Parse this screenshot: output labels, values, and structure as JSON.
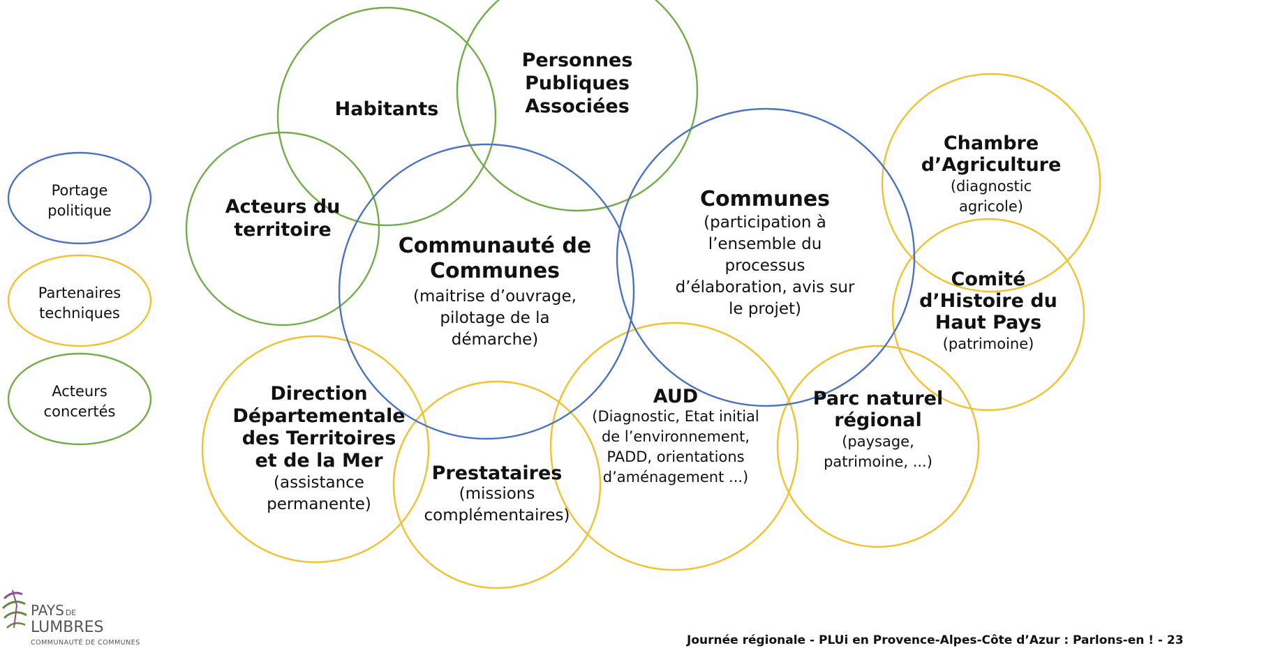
{
  "colors": {
    "blue": "#4a72c4",
    "yellow": "#f2c12e",
    "green": "#71ad47",
    "logo_purple": "#8a4f8e",
    "logo_green": "#5f8a3a",
    "text": "#111111"
  },
  "legend": [
    {
      "label_lines": [
        "Portage",
        "politique"
      ],
      "color": "blue"
    },
    {
      "label_lines": [
        "Partenaires",
        "techniques"
      ],
      "color": "yellow"
    },
    {
      "label_lines": [
        "Acteurs",
        "concertés"
      ],
      "color": "green"
    }
  ],
  "bubbles": [
    {
      "id": "habitants",
      "color": "green",
      "title_lines": [
        "Habitants"
      ],
      "desc_lines": []
    },
    {
      "id": "personnes-publiques-associees",
      "color": "green",
      "title_lines": [
        "Personnes",
        "Publiques",
        "Associées"
      ],
      "desc_lines": []
    },
    {
      "id": "acteurs-du-territoire",
      "color": "green",
      "title_lines": [
        "Acteurs du",
        "territoire"
      ],
      "desc_lines": []
    },
    {
      "id": "communaute-de-communes",
      "color": "blue",
      "title_lines": [
        "Communauté de",
        "Communes"
      ],
      "desc_lines": [
        "(maitrise d’ouvrage,",
        "pilotage de la",
        "démarche)"
      ]
    },
    {
      "id": "communes",
      "color": "blue",
      "title_lines": [
        "Communes"
      ],
      "desc_lines": [
        "(participation à",
        "l’ensemble du",
        "processus",
        "d’élaboration, avis sur",
        "le projet)"
      ]
    },
    {
      "id": "chambre-d-agriculture",
      "color": "yellow",
      "title_lines": [
        "Chambre",
        "d’Agriculture"
      ],
      "desc_lines": [
        "(diagnostic",
        "agricole)"
      ]
    },
    {
      "id": "comite-d-histoire",
      "color": "yellow",
      "title_lines": [
        "Comité",
        "d’Histoire du",
        "Haut Pays"
      ],
      "desc_lines": [
        "(patrimoine)"
      ]
    },
    {
      "id": "ddtm",
      "color": "yellow",
      "title_lines": [
        "Direction",
        "Départementale",
        "des Territoires",
        "et de la Mer"
      ],
      "desc_lines": [
        "(assistance",
        "permanente)"
      ]
    },
    {
      "id": "prestataires",
      "color": "yellow",
      "title_lines": [
        "Prestataires"
      ],
      "desc_lines": [
        "(missions",
        "complémentaires)"
      ]
    },
    {
      "id": "aud",
      "color": "yellow",
      "title_lines": [
        "AUD"
      ],
      "desc_lines": [
        "(Diagnostic, Etat initial",
        "de l’environnement,",
        "PADD, orientations",
        "d’aménagement ...)"
      ]
    },
    {
      "id": "parc-naturel-regional",
      "color": "yellow",
      "title_lines": [
        "Parc naturel",
        "régional"
      ],
      "desc_lines": [
        "(paysage,",
        "patrimoine, ...)"
      ]
    }
  ],
  "logo": {
    "line1": "PAYS",
    "line1_small": "DE",
    "line2": "LUMBRES",
    "line3": "COMMUNAUTÉ DE COMMUNES"
  },
  "footer": "Journée régionale - PLUi en Provence-Alpes-Côte d’Azur : Parlons-en ! - 23"
}
